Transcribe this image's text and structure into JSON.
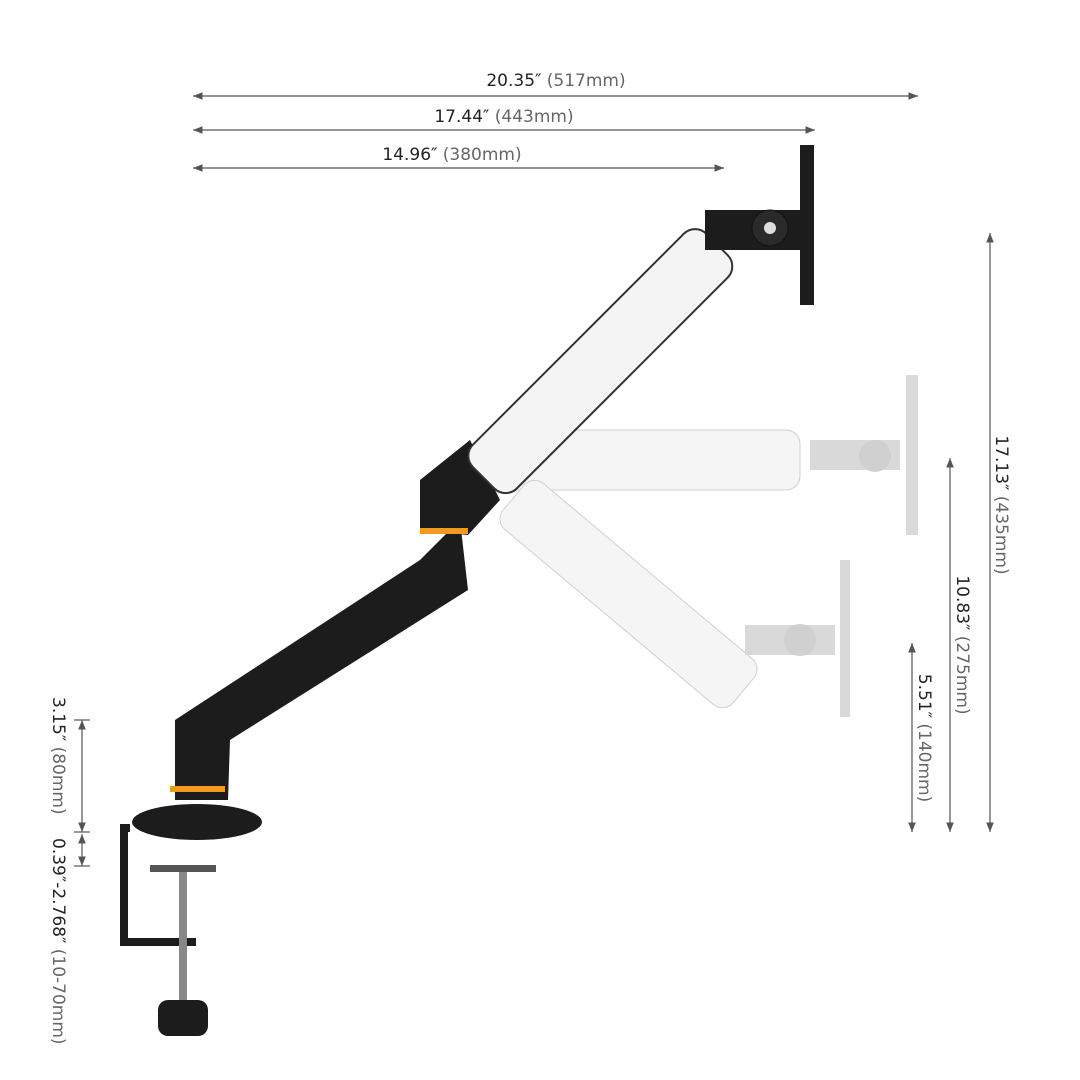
{
  "dimensions": {
    "total_reach": {
      "inch": "20.35″",
      "mm": "(517mm)"
    },
    "mid_reach": {
      "inch": "17.44″",
      "mm": "(443mm)"
    },
    "min_reach": {
      "inch": "14.96″",
      "mm": "(380mm)"
    },
    "max_height": {
      "inch": "17.13″",
      "mm": "(435mm)"
    },
    "mid_height": {
      "inch": "10.83″",
      "mm": "(275mm)"
    },
    "low_height": {
      "inch": "5.51″",
      "mm": "(140mm)"
    },
    "base_height": {
      "inch": "3.15″",
      "mm": "(80mm)"
    },
    "clamp_range": {
      "inch": "0.39″-2.768″",
      "mm": "(10-70mm)"
    }
  },
  "colors": {
    "arm": "#1c1c1c",
    "accent": "#f39a1e",
    "cover": "#f4f4f4",
    "ghost": "#c8c8c8"
  }
}
